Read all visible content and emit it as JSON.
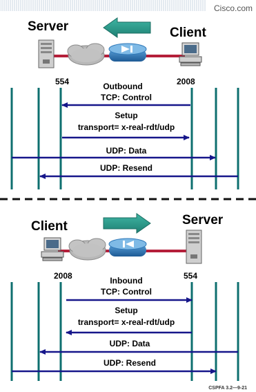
{
  "brand": "Cisco.com",
  "footer_code": "CSPFA 3.2—9-21",
  "colors": {
    "vertical_line": "#0e6f6f",
    "arrow": "#16168a",
    "big_arrow_fill": "#2f9f8f",
    "router": "#2f78b8",
    "link": "#b51f3a",
    "divider": "#111111"
  },
  "outbound": {
    "left_device_label": "Server",
    "right_device_label": "Client",
    "left_port": "554",
    "right_port": "2008",
    "messages": [
      {
        "lines": [
          "Outbound",
          "TCP: Control"
        ],
        "direction": "left"
      },
      {
        "lines": [
          "Setup",
          "transport= x-real-rdt/udp"
        ],
        "direction": "right"
      },
      {
        "lines": [
          "UDP: Data"
        ],
        "direction": "right"
      },
      {
        "lines": [
          "UDP: Resend"
        ],
        "direction": "left"
      }
    ]
  },
  "inbound": {
    "left_device_label": "Client",
    "right_device_label": "Server",
    "left_port": "2008",
    "right_port": "554",
    "messages": [
      {
        "lines": [
          "Inbound",
          "TCP: Control"
        ],
        "direction": "right"
      },
      {
        "lines": [
          "Setup",
          "transport= x-real-rdt/udp"
        ],
        "direction": "left"
      },
      {
        "lines": [
          "UDP: Data"
        ],
        "direction": "left"
      },
      {
        "lines": [
          "UDP: Resend"
        ],
        "direction": "right"
      }
    ]
  }
}
